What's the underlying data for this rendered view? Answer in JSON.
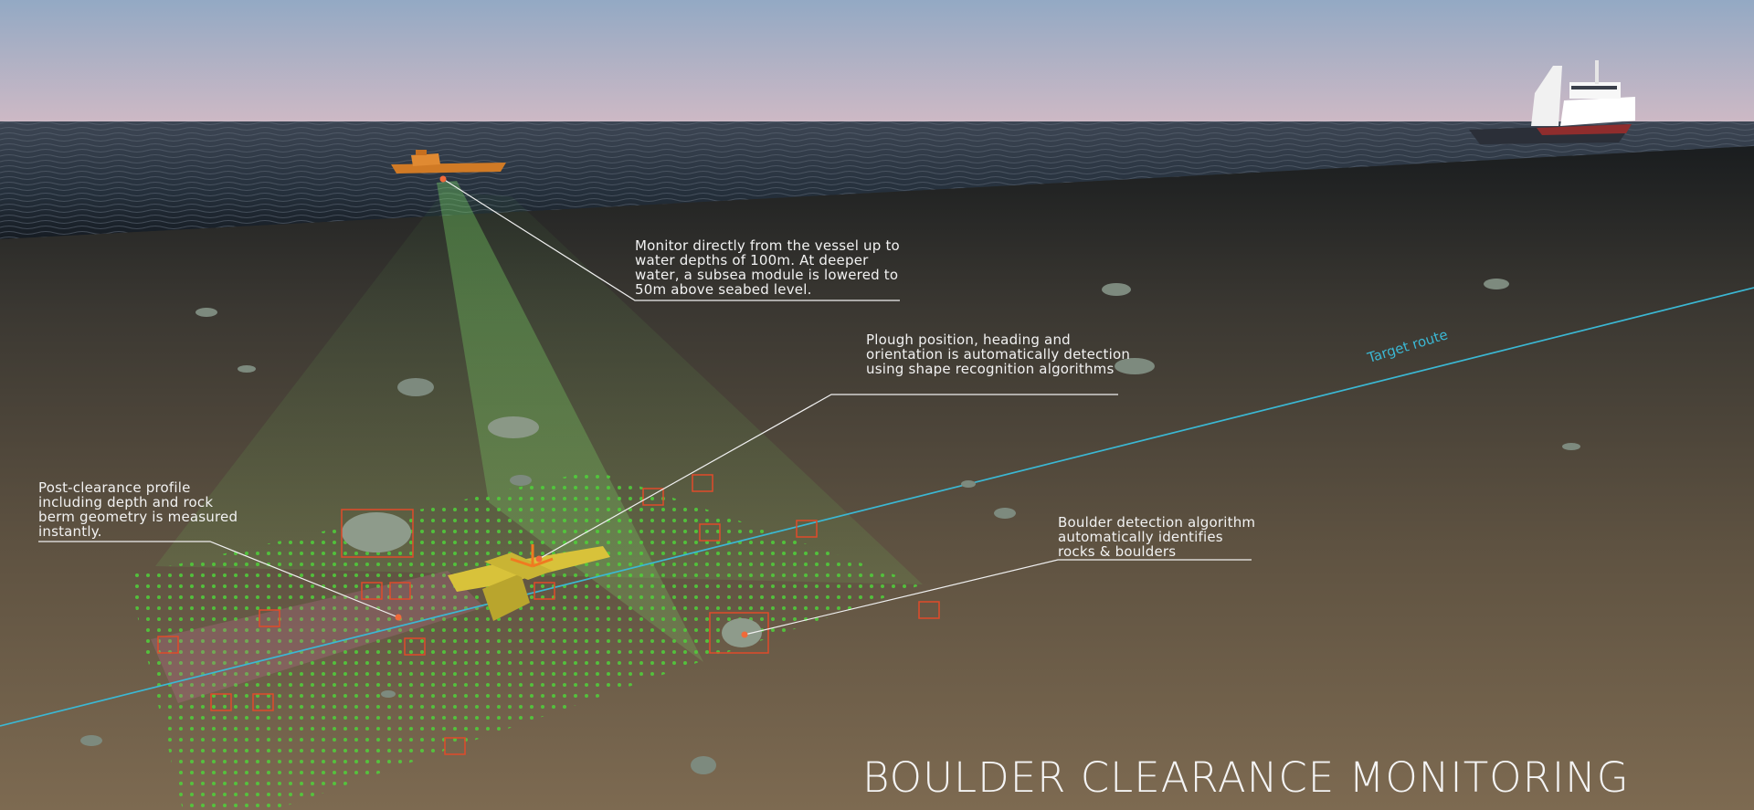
{
  "title": "BOULDER CLEARANCE MONITORING",
  "route_label": "Target route",
  "callouts": {
    "vessel": "Monitor directly from the vessel up to water depths of 100m. At deeper water, a subsea module is lowered to 50m above seabed level.",
    "plough": "Plough position, heading and orientation is automatically detection using shape recognition algorithms",
    "profile": "Post-clearance profile including depth and rock berm geometry is measured instantly.",
    "boulder": "Boulder detection algorithm automatically identifies rocks & boulders"
  },
  "colors": {
    "sky_top": "#9aaec6",
    "sky_bottom": "#c7b8c4",
    "sea": "#2a3441",
    "seabed": "#6b5d47",
    "grid_dots": "#4fd13a",
    "detection_box": "#e04b2a",
    "route_line": "#3bb8d4",
    "plough": "#d8c23a",
    "small_vessel": "#d07a25",
    "callout_text": "#f2f2f2"
  }
}
